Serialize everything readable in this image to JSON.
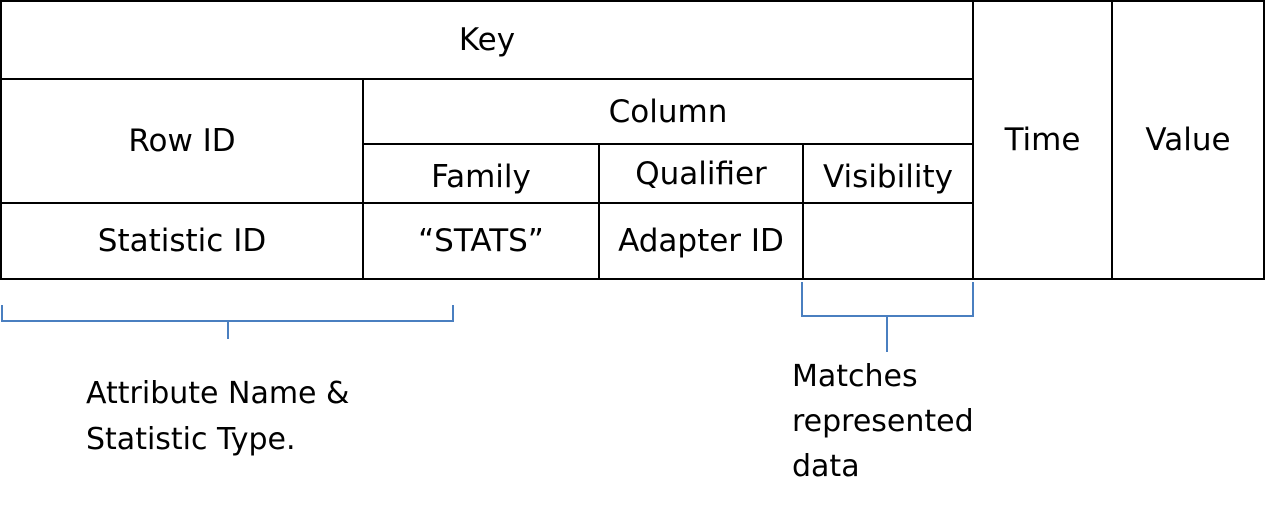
{
  "table": {
    "key": "Key",
    "row_id": "Row ID",
    "column": "Column",
    "family": "Family",
    "qualifier": "Qualifier",
    "visibility": "Visibility",
    "time": "Time",
    "value": "Value",
    "row_id_value": "Statistic ID",
    "family_value": "“STATS”",
    "qualifier_value": "Adapter ID",
    "visibility_value": ""
  },
  "annotations": {
    "left_note": [
      "Attribute Name &",
      "Statistic Type."
    ],
    "right_note": [
      "Matches",
      "represented",
      "data"
    ]
  },
  "colors": {
    "border": "#000000",
    "bracket": "#4a7fc0"
  }
}
